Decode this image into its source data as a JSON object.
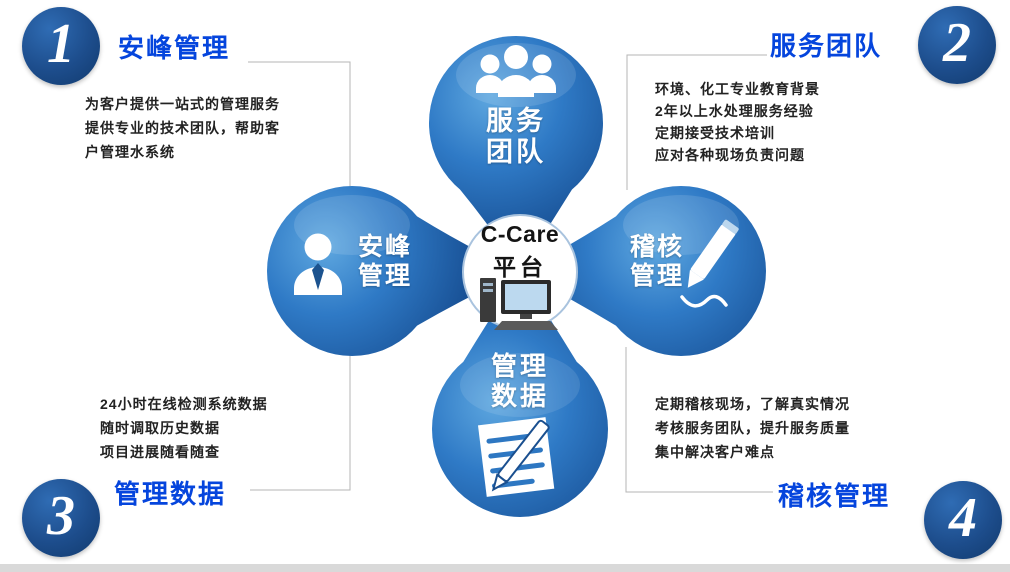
{
  "center": {
    "brand": "C-Care",
    "platform": "平台"
  },
  "petals": [
    {
      "name": "service-team",
      "label_line1": "服务",
      "label_line2": "团队",
      "icon": "team-icon"
    },
    {
      "name": "anfeng-management",
      "label_line1": "安峰",
      "label_line2": "管理",
      "icon": "manager-icon"
    },
    {
      "name": "audit-management",
      "label_line1": "稽核",
      "label_line2": "管理",
      "icon": "pencil-icon"
    },
    {
      "name": "management-data",
      "label_line1": "管理",
      "label_line2": "数据",
      "icon": "notepad-pen-icon"
    }
  ],
  "center_icon": "desktop-computer-icon",
  "corners": [
    {
      "number": "1",
      "heading": "安峰管理",
      "lines": [
        "为客户提供一站式的管理服务",
        "提供专业的技术团队，帮助客",
        "户管理水系统"
      ]
    },
    {
      "number": "2",
      "heading": "服务团队",
      "lines": [
        "环境、化工专业教育背景",
        "2年以上水处理服务经验",
        "定期接受技术培训",
        "应对各种现场负责问题"
      ]
    },
    {
      "number": "3",
      "heading": "管理数据",
      "lines": [
        "24小时在线检测系统数据",
        "随时调取历史数据",
        "项目进展随看随查"
      ]
    },
    {
      "number": "4",
      "heading": "稽核管理",
      "lines": [
        "定期稽核现场，了解真实情况",
        "考核服务团队，提升服务质量",
        "集中解决客户难点"
      ]
    }
  ],
  "colors": {
    "petal_blue": "#2f7ac6",
    "petal_edge": "#174e92",
    "corner_circle_navy": "#1d4d8c",
    "heading_blue": "#0545dd",
    "petal_text": "#ffffff",
    "body_text": "#222222",
    "bottom_bar_gray": "#d9d9d9"
  }
}
